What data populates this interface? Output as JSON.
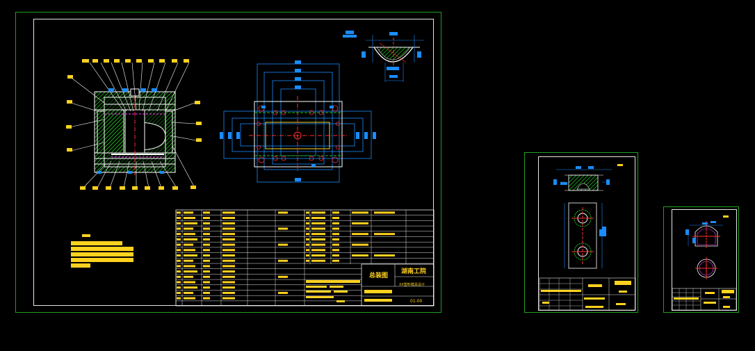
{
  "sheets": [
    {
      "name": "assembly-sheet"
    },
    {
      "name": "part-sheet-1"
    },
    {
      "name": "part-sheet-2"
    }
  ],
  "title_block": {
    "drawing_name": "总装图",
    "school": "湖南工院",
    "product": "XX塑料模具设计",
    "drawing_no": "01-00"
  },
  "colors": {
    "sheet_border": "#1fa01f",
    "frame": "#e6e6e6",
    "dimension": "#1a8cff",
    "text": "#ffd21f",
    "outline": "#ffffff",
    "hatch": "#22c022",
    "center": "#ff3030",
    "hidden": "#ff40ff"
  }
}
